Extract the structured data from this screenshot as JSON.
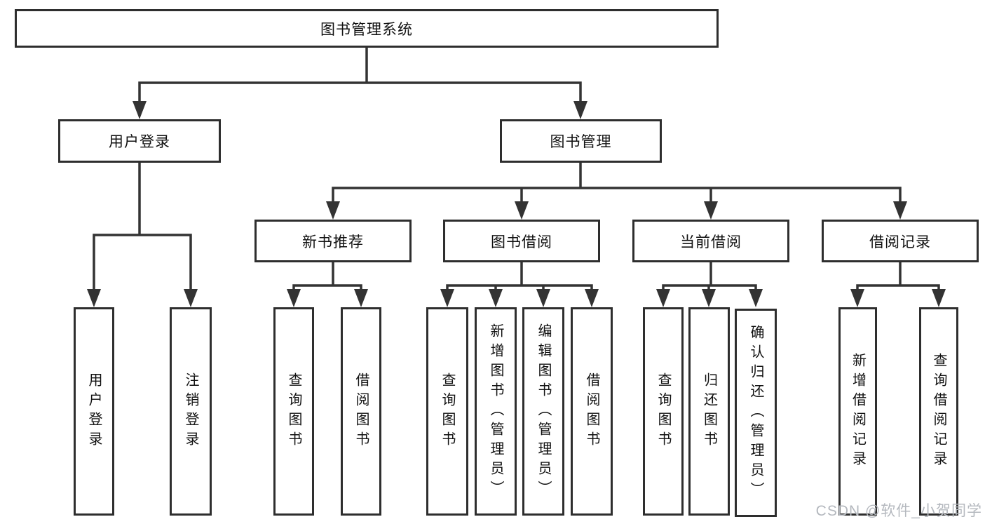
{
  "nodes": {
    "root": "图书管理系统",
    "user_login": "用户登录",
    "book_mgmt": "图书管理",
    "new_book_rec": "新书推荐",
    "book_borrow": "图书借阅",
    "current_borrow": "当前借阅",
    "borrow_records": "借阅记录",
    "leaf_user_login": "用户登录",
    "leaf_logout": "注销登录",
    "rec_query_book": "查询图书",
    "rec_borrow_book": "借阅图书",
    "bb_query_book": "查询图书",
    "bb_add_book": "新增图书（管理员）",
    "bb_edit_book": "编辑图书（管理员）",
    "bb_borrow_book": "借阅图书",
    "cb_query_book": "查询图书",
    "cb_return_book": "归还图书",
    "cb_confirm_return": "确认归还（管理员）",
    "br_add_record": "新增借阅记录",
    "br_query_record": "查询借阅记录"
  },
  "watermark": "CSDN @软件_小贺同学",
  "colors": {
    "line": "#333333",
    "box_border": "#2e2e2e",
    "box_fill": "#ffffff",
    "text": "#111111",
    "background": "#ffffff",
    "watermark": "#b4b8be"
  }
}
